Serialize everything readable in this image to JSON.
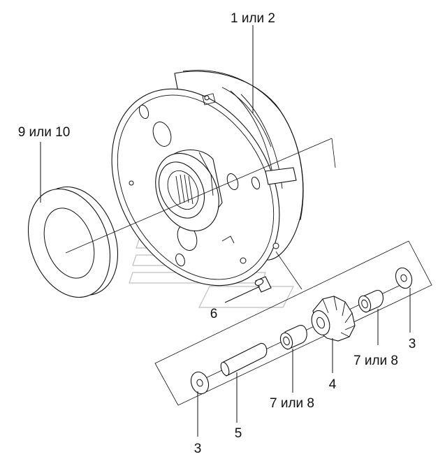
{
  "diagram": {
    "labels": {
      "l1": "1 или 2",
      "l9": "9 или 10",
      "l6": "6",
      "l3a": "3",
      "l7a": "7 или 8",
      "l4": "4",
      "l7b": "7 или 8",
      "l5": "5",
      "l3b": "3"
    }
  }
}
